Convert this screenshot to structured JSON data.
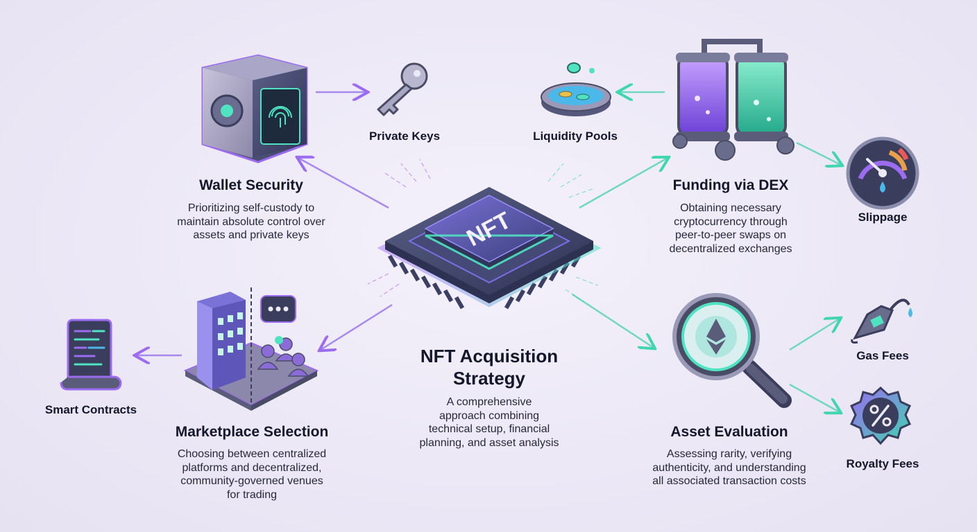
{
  "center": {
    "chip_label": "NFT",
    "title_line1": "NFT Acquisition",
    "title_line2": "Strategy",
    "desc_lines": [
      "A comprehensive",
      "approach combining",
      "technical setup, financial",
      "planning, and asset analysis"
    ]
  },
  "wallet_security": {
    "title": "Wallet Security",
    "desc_lines": [
      "Prioritizing self-custody to",
      "maintain absolute control over",
      "assets and private keys"
    ]
  },
  "funding_via_dex": {
    "title": "Funding via DEX",
    "desc_lines": [
      "Obtaining necessary",
      "cryptocurrency through",
      "peer-to-peer swaps on",
      "decentralized exchanges"
    ]
  },
  "marketplace_selection": {
    "title": "Marketplace Selection",
    "desc_lines": [
      "Choosing between centralized",
      "platforms and decentralized,",
      "community-governed venues",
      "for trading"
    ]
  },
  "asset_evaluation": {
    "title": "Asset Evaluation",
    "desc_lines": [
      "Assessing rarity, verifying",
      "authenticity, and understanding",
      "all associated transaction costs"
    ]
  },
  "leaves": {
    "private_keys": "Private Keys",
    "liquidity_pools": "Liquidity Pools",
    "slippage": "Slippage",
    "smart_contracts": "Smart Contracts",
    "gas_fees": "Gas Fees",
    "royalty_fees": "Royalty Fees"
  },
  "colors": {
    "purple_accent": "#9b6bf0",
    "teal_accent": "#3fd6b0",
    "chip_dark": "#3a3f63"
  },
  "icons": [
    "safe-icon",
    "key-icon",
    "liquidity-pool-icon",
    "dex-tanks-icon",
    "gauge-icon",
    "scroll-contract-icon",
    "marketplace-icon",
    "magnifier-ethereum-icon",
    "gas-pump-icon",
    "percent-badge-icon",
    "nft-chip-icon"
  ]
}
